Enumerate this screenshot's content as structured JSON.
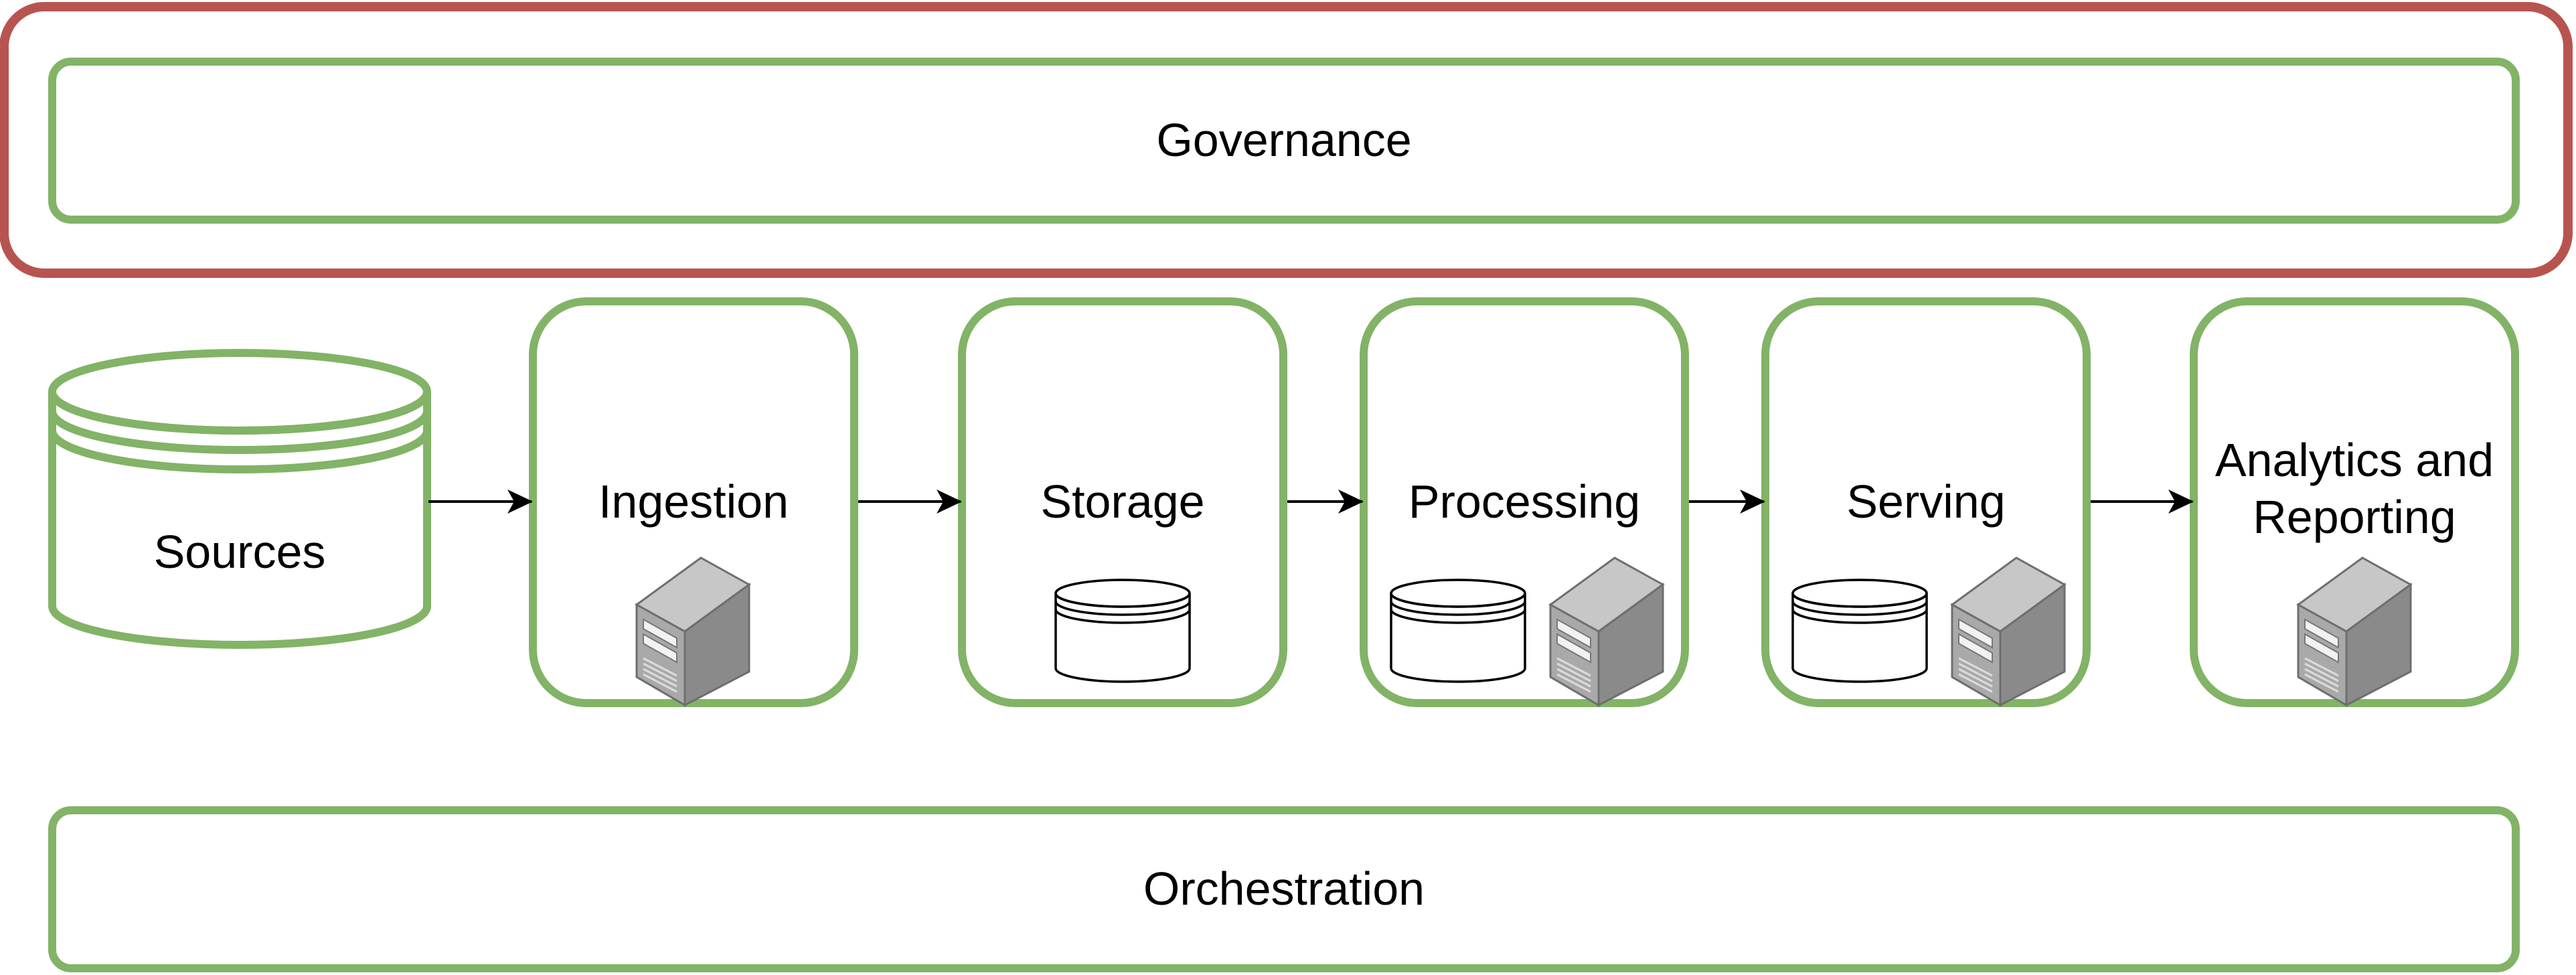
{
  "colors": {
    "governance_border": "#b85450",
    "box_border": "#82b366",
    "arrow": "#000000",
    "server_front": "#a9a9a9",
    "server_side": "#8a8a8a",
    "server_top": "#c7c7c7"
  },
  "governance": {
    "label": "Governance"
  },
  "orchestration": {
    "label": "Orchestration"
  },
  "sources": {
    "label": "Sources",
    "icon": "database-icon"
  },
  "stages": [
    {
      "label": "Ingestion",
      "icons": [
        "server-icon"
      ]
    },
    {
      "label": "Storage",
      "icons": [
        "database-icon"
      ]
    },
    {
      "label": "Processing",
      "icons": [
        "database-icon",
        "server-icon"
      ]
    },
    {
      "label": "Serving",
      "icons": [
        "database-icon",
        "server-icon"
      ]
    },
    {
      "label": "Analytics and Reporting",
      "icons": [
        "server-icon"
      ]
    }
  ]
}
